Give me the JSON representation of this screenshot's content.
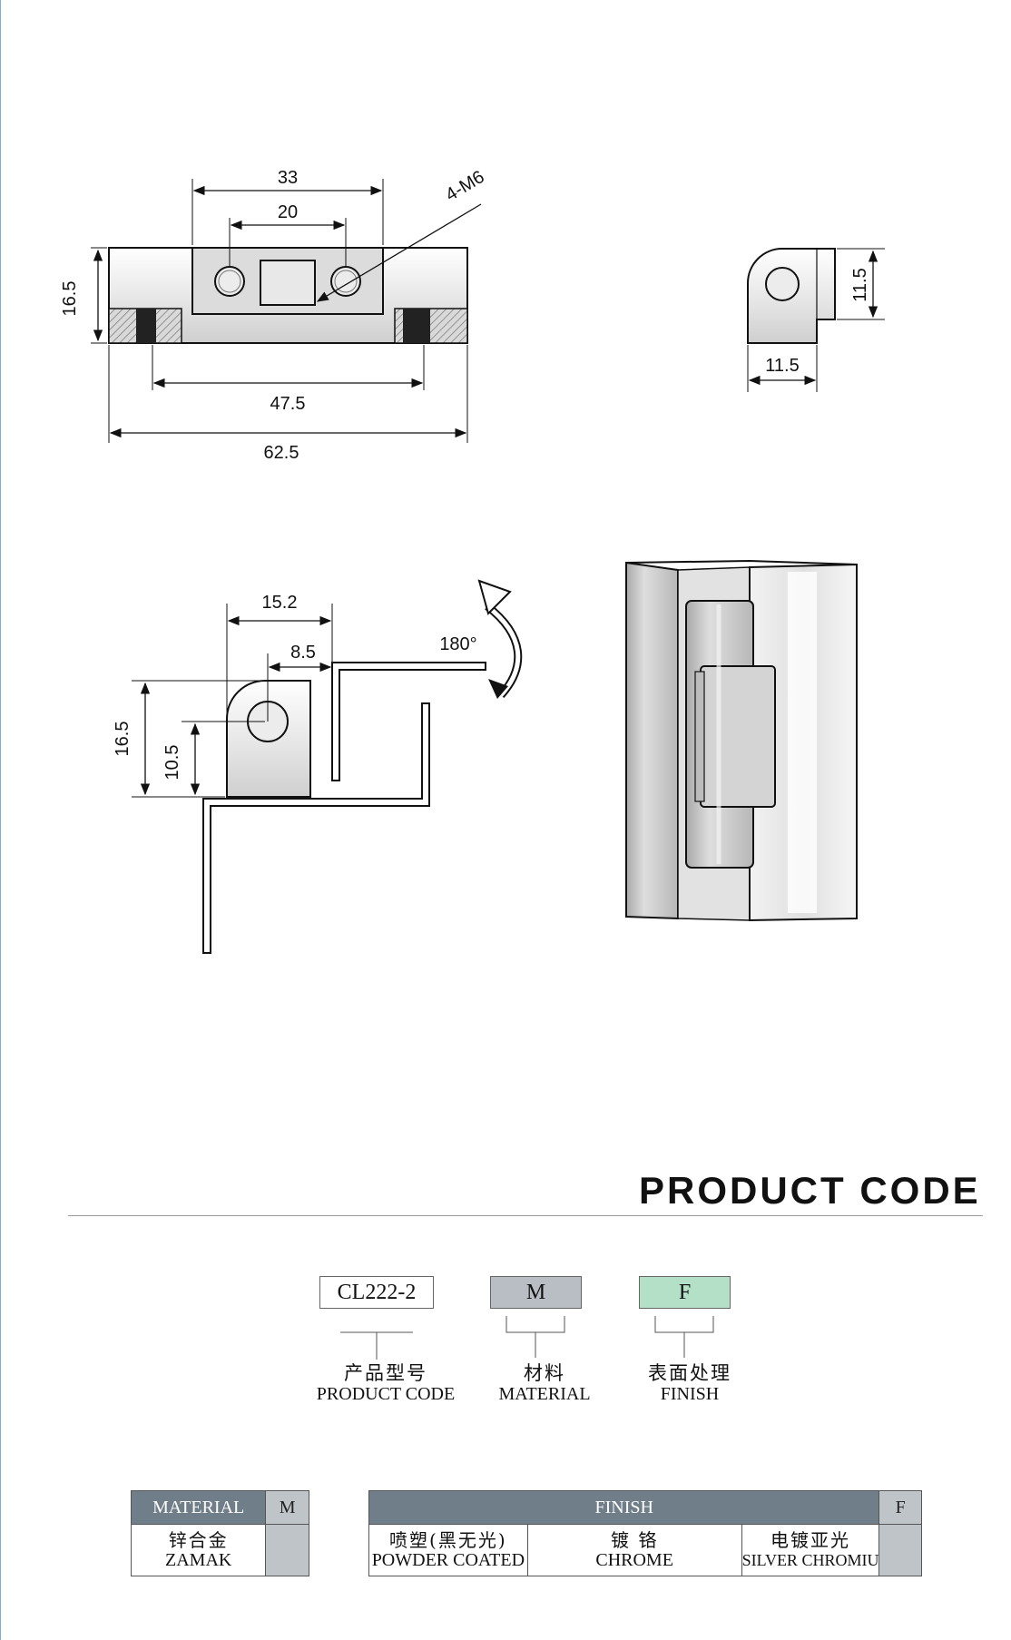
{
  "drawing": {
    "front_view": {
      "dim_33": "33",
      "dim_20": "20",
      "dim_holes": "4-M6",
      "dim_height": "16.5",
      "dim_47_5": "47.5",
      "dim_62_5": "62.5"
    },
    "side_view": {
      "dim_height": "11.5",
      "dim_width": "11.5"
    },
    "rotation_view": {
      "dim_15_2": "15.2",
      "dim_8_5": "8.5",
      "dim_16_5": "16.5",
      "dim_10_5": "10.5",
      "angle": "180°"
    }
  },
  "product_code": {
    "title": "PRODUCT CODE",
    "boxes": [
      {
        "code": "CL222-2",
        "cn": "产品型号",
        "en": "PRODUCT CODE",
        "color": "#ffffff"
      },
      {
        "code": "M",
        "cn": "材料",
        "en": "MATERIAL",
        "color": "#b9bec4"
      },
      {
        "code": "F",
        "cn": "表面处理",
        "en": "FINISH",
        "color": "#b4e0c8"
      }
    ]
  },
  "material_table": {
    "header": "MATERIAL",
    "code": "M",
    "options": [
      {
        "cn": "锌合金",
        "en": "ZAMAK"
      }
    ]
  },
  "finish_table": {
    "header": "FINISH",
    "code": "F",
    "options": [
      {
        "cn": "喷塑(黑无光)",
        "en": "POWDER COATED"
      },
      {
        "cn": "镀 铬",
        "en": "CHROME"
      },
      {
        "cn": "电镀亚光",
        "en": "SILVER CHROMIU"
      }
    ]
  },
  "colors": {
    "table_header": "#707e89",
    "code_cell": "#bfc4c9",
    "finish_box": "#b4e0c8"
  }
}
